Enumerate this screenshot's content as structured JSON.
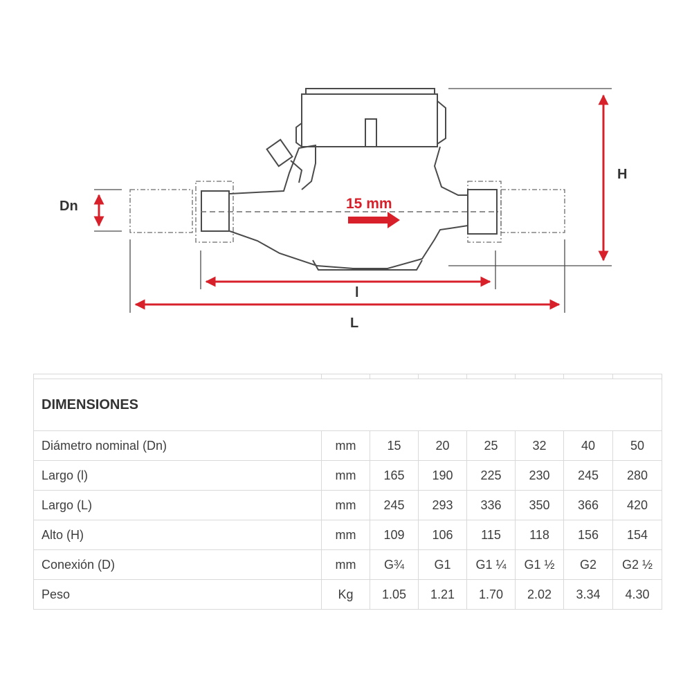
{
  "diagram": {
    "labels": {
      "dn": "Dn",
      "h": "H",
      "l_small": "l",
      "l_big": "L",
      "flow": "15 mm"
    },
    "colors": {
      "accent": "#d7202a",
      "line": "#4a4a4a",
      "dashed": "#6b6b6b"
    }
  },
  "table": {
    "title": "DIMENSIONES",
    "rows": [
      {
        "label": "Diámetro nominal (Dn)",
        "unit": "mm",
        "values": [
          "15",
          "20",
          "25",
          "32",
          "40",
          "50"
        ]
      },
      {
        "label": "Largo (l)",
        "unit": "mm",
        "values": [
          "165",
          "190",
          "225",
          "230",
          "245",
          "280"
        ]
      },
      {
        "label": "Largo (L)",
        "unit": "mm",
        "values": [
          "245",
          "293",
          "336",
          "350",
          "366",
          "420"
        ]
      },
      {
        "label": "Alto (H)",
        "unit": "mm",
        "values": [
          "109",
          "106",
          "115",
          "118",
          "156",
          "154"
        ]
      },
      {
        "label": "Conexión (D)",
        "unit": "mm",
        "values": [
          "G¾",
          "G1",
          "G1 ¼",
          "G1 ½",
          "G2",
          "G2 ½"
        ]
      },
      {
        "label": "Peso",
        "unit": "Kg",
        "values": [
          "1.05",
          "1.21",
          "1.70",
          "2.02",
          "3.34",
          "4.30"
        ]
      }
    ]
  }
}
